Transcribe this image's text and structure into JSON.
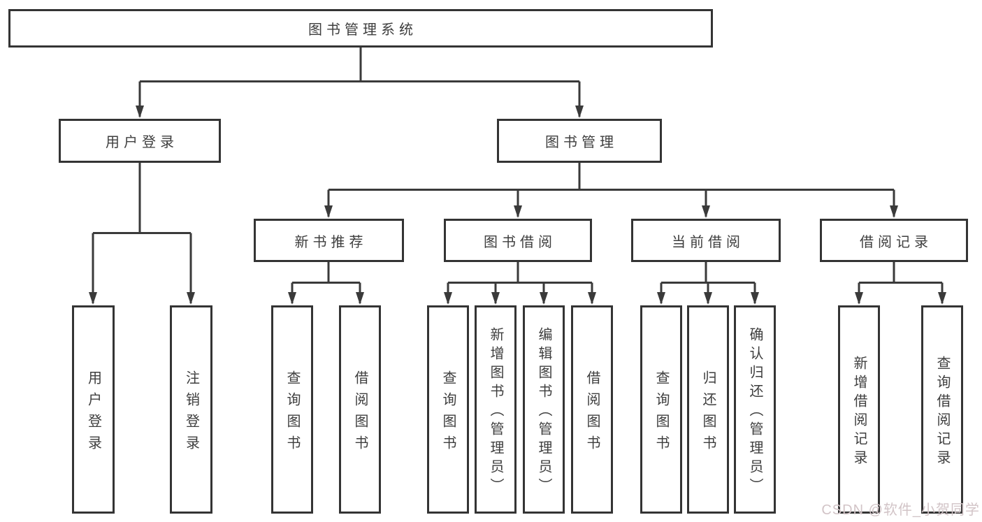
{
  "tree": {
    "label": "图书管理系统",
    "children": [
      {
        "label": "用户登录",
        "children": [
          {
            "label": "用户登录"
          },
          {
            "label": "注销登录"
          }
        ]
      },
      {
        "label": "图书管理",
        "children": [
          {
            "label": "新书推荐",
            "children": [
              {
                "label": "查询图书"
              },
              {
                "label": "借阅图书"
              }
            ]
          },
          {
            "label": "图书借阅",
            "children": [
              {
                "label": "查询图书"
              },
              {
                "label": "新增图书（管理员）"
              },
              {
                "label": "编辑图书（管理员）"
              },
              {
                "label": "借阅图书"
              }
            ]
          },
          {
            "label": "当前借阅",
            "children": [
              {
                "label": "查询图书"
              },
              {
                "label": "归还图书"
              },
              {
                "label": "确认归还（管理员）"
              }
            ]
          },
          {
            "label": "借阅记录",
            "children": [
              {
                "label": "新增借阅记录"
              },
              {
                "label": "查询借阅记录"
              }
            ]
          }
        ]
      }
    ]
  },
  "watermark": "CSDN @软件_小贺同学",
  "colors": {
    "line": "#3a3a3a",
    "border": "#343434",
    "text": "#3e3e3e",
    "background": "#ffffff",
    "watermark": "#d2c4c7"
  }
}
